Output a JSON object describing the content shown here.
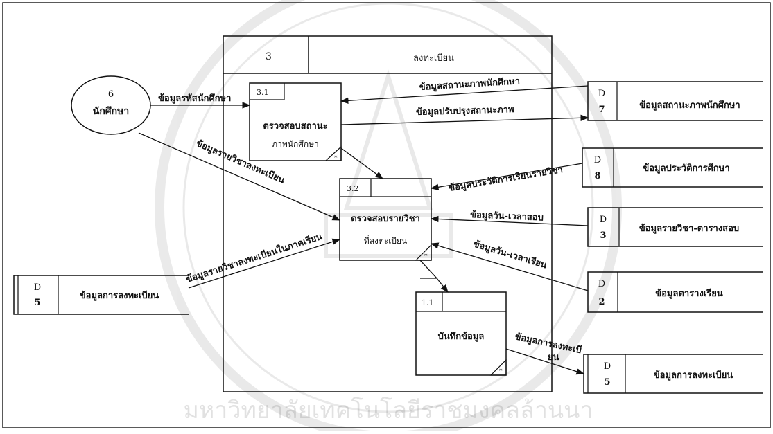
{
  "process_3": {
    "number": "3",
    "title": "ลงทะเบียน"
  },
  "external_entity": {
    "number": "6",
    "name": "นักศึกษา"
  },
  "subprocesses": {
    "p3_1": {
      "number": "3.1",
      "line1": "ตรวจสอบสถานะ",
      "line2": "ภาพนักศึกษา",
      "marker": "*"
    },
    "p3_2": {
      "number": "3.2",
      "line1": "ตรวจสอบรายวิชา",
      "line2": "ที่ลงทะเบียน",
      "marker": "*"
    },
    "p1_1": {
      "number": "1.1",
      "line1": "บันทึกข้อมูล",
      "marker": "*"
    }
  },
  "data_stores": {
    "d7": {
      "letter": "D",
      "number": "7",
      "name": "ข้อมูลสถานะภาพนักศึกษา"
    },
    "d8": {
      "letter": "D",
      "number": "8",
      "name": "ข้อมูลประวัติการศึกษา"
    },
    "d3": {
      "letter": "D",
      "number": "3",
      "name": "ข้อมูลรายวิชา-ตารางสอบ"
    },
    "d2": {
      "letter": "D",
      "number": "2",
      "name": "ข้อมูลตารางเรียน"
    },
    "d5_left": {
      "letter": "D",
      "number": "5",
      "name": "ข้อมูลการลงทะเบียน"
    },
    "d5_right": {
      "letter": "D",
      "number": "5",
      "name": "ข้อมูลการลงทะเบียน"
    }
  },
  "flows": {
    "student_id": "ข้อมูลรหัสนักศึกษา",
    "status_data": "ข้อมูลสถานะภาพนักศึกษา",
    "status_update": "ข้อมูลปรับปรุงสถานะภาพ",
    "course_reg": "ข้อมูลรายวิชาลงทะเบียน",
    "history": "ข้อมูลประวัติการเรียนรายวิชา",
    "exam_time": "ข้อมูลวัน-เวลาสอบ",
    "class_time": "ข้อมูลวัน-เวลาเรียน",
    "term_reg": "ข้อมูลรายวิชาลงทะเบียนในภาคเรียน",
    "reg_out_1": "ข้อมูลการลงทะเบี",
    "reg_out_2": "ยน"
  },
  "watermark": {
    "text": "มหาวิทยาลัยเทคโนโลยีราชมงคลล้านนา"
  }
}
